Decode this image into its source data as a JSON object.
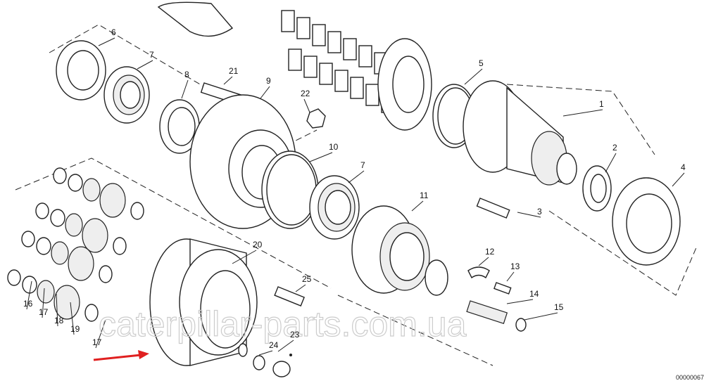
{
  "diagram": {
    "labels": [
      "6",
      "7",
      "8",
      "21",
      "9",
      "22",
      "10",
      "7",
      "5",
      "1",
      "2",
      "4",
      "3",
      "11",
      "12",
      "13",
      "14",
      "15",
      "20",
      "25",
      "23",
      "24",
      "16",
      "17",
      "18",
      "19",
      "17"
    ],
    "watermark": "caterpillar-parts.com.ua",
    "drawing_code": "00000067",
    "arrow_color": "#e02020"
  }
}
